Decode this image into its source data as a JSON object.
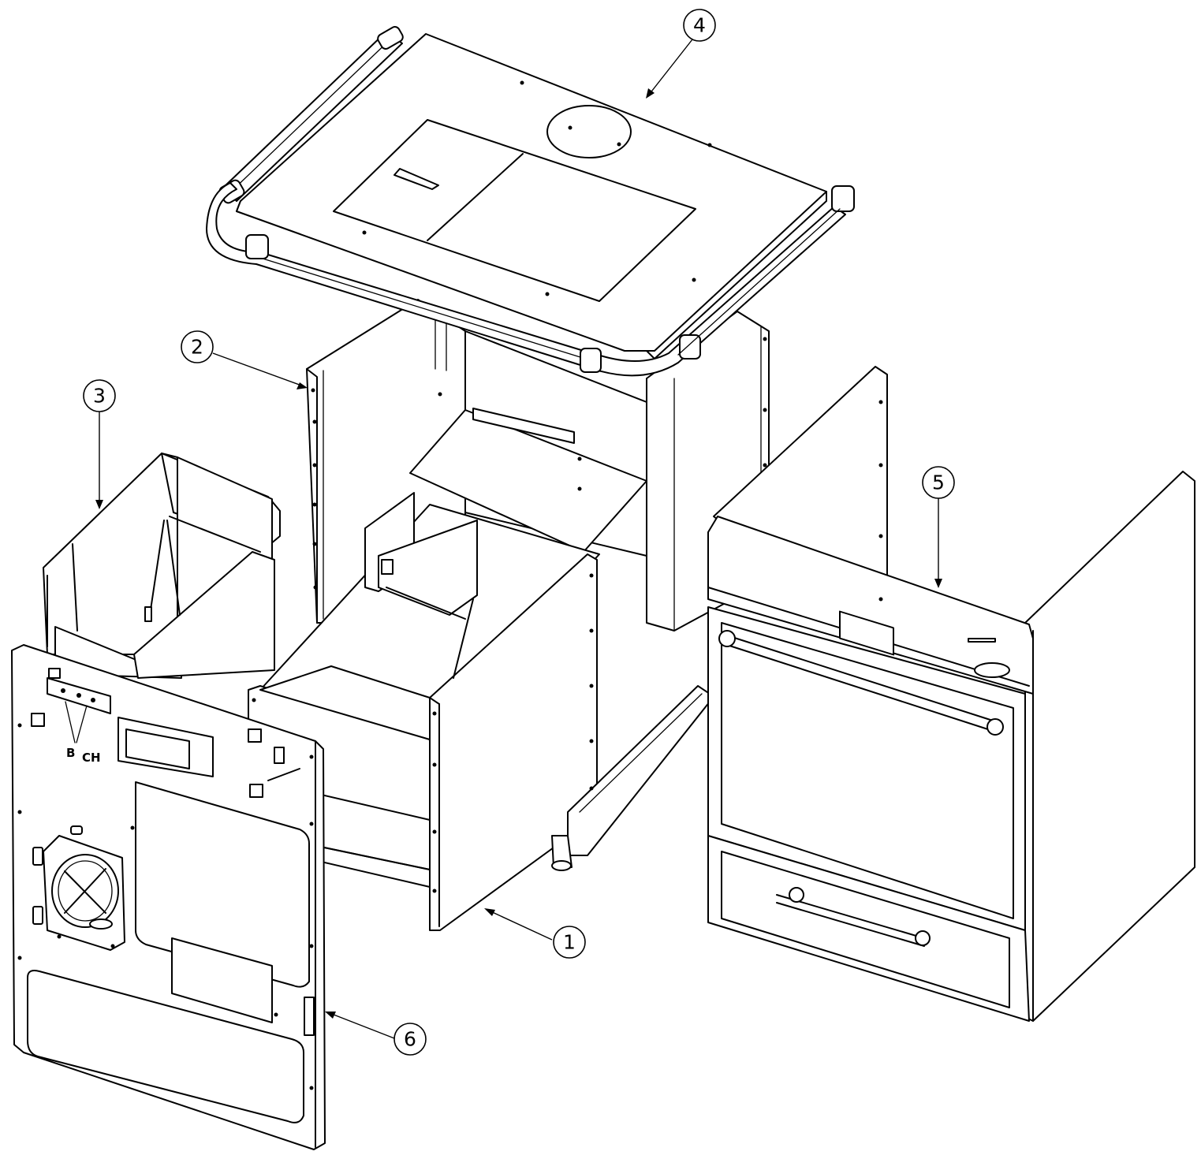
{
  "callouts": [
    {
      "id": "1",
      "label": "1"
    },
    {
      "id": "2",
      "label": "2"
    },
    {
      "id": "3",
      "label": "3"
    },
    {
      "id": "4",
      "label": "4"
    },
    {
      "id": "5",
      "label": "5"
    },
    {
      "id": "6",
      "label": "6"
    }
  ],
  "panel_markings": {
    "left": "B",
    "right": "CH"
  },
  "colors": {
    "line": "#000000",
    "background": "#ffffff"
  }
}
